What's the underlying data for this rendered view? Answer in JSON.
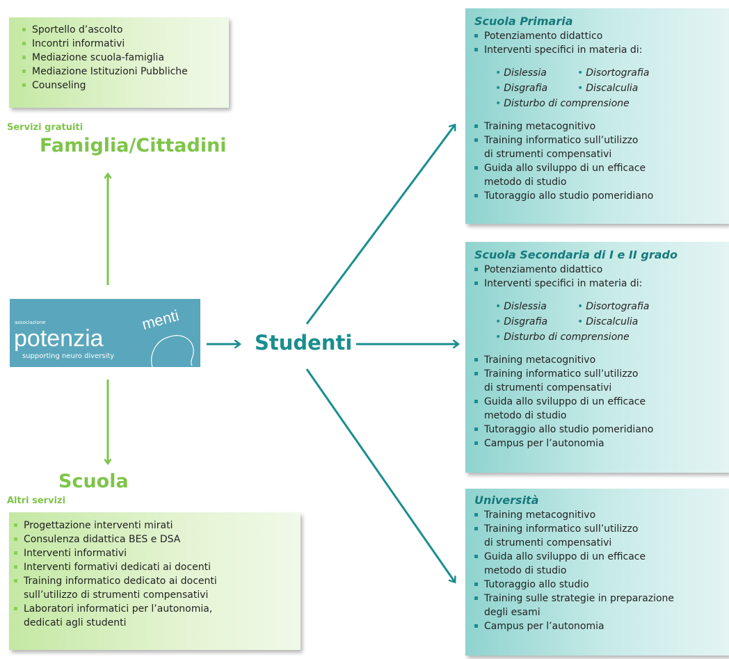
{
  "colors": {
    "green": "#7ec44a",
    "teal": "#1a8d8f",
    "logo_bg": "#5aa6bc"
  },
  "famiglia": {
    "items": [
      "Sportello d’ascolto",
      "Incontri informativi",
      "Mediazione scuola-famiglia",
      "Mediazione Istituzioni Pubbliche",
      "Counseling"
    ],
    "label": "Servizi gratuiti",
    "title": "Famiglia/Cittadini"
  },
  "logo": {
    "assoc": "associazione",
    "main": "potenzia",
    "menti": "menti",
    "tagline": "supporting neuro diversity"
  },
  "center": {
    "title": "Studenti"
  },
  "scuola": {
    "title": "Scuola",
    "label": "Altri servizi",
    "items": [
      [
        "Progettazione interventi mirati"
      ],
      [
        "Consulenza didattica BES e DSA"
      ],
      [
        "Interventi informativi"
      ],
      [
        "Interventi formativi dedicati ai docenti"
      ],
      [
        "Training informatico dedicato ai docenti",
        "sull’utilizzo di strumenti compensativi"
      ],
      [
        "Laboratori informatici per l’autonomia,",
        "dedicati agli studenti"
      ]
    ]
  },
  "primaria": {
    "title": "Scuola Primaria",
    "items_top": [
      "Potenziamento didattico",
      "Interventi specifici in materia di:"
    ],
    "sub": [
      "Dislessia",
      "Disortografia",
      "Disgrafia",
      "Discalculia",
      "Disturbo  di comprensione"
    ],
    "items_bottom": [
      [
        "Training metacognitivo"
      ],
      [
        "Training informatico sull’utilizzo",
        "di strumenti compensativi"
      ],
      [
        "Guida allo sviluppo di un efficace",
        "metodo di studio"
      ],
      [
        "Tutoraggio allo studio pomeridiano"
      ]
    ]
  },
  "secondaria": {
    "title": "Scuola Secondaria di I e II grado",
    "items_top": [
      "Potenziamento didattico",
      "Interventi specifici in materia di:"
    ],
    "sub": [
      "Dislessia",
      "Disortografia",
      "Disgrafia",
      "Discalculia",
      "Disturbo  di comprensione"
    ],
    "items_bottom": [
      [
        "Training metacognitivo"
      ],
      [
        "Training informatico sull’utilizzo",
        "di strumenti compensativi"
      ],
      [
        "Guida allo sviluppo di un efficace",
        "metodo di studio"
      ],
      [
        "Tutoraggio allo studio pomeridiano"
      ],
      [
        "Campus per l’autonomia"
      ]
    ]
  },
  "universita": {
    "title": "Università",
    "items": [
      [
        "Training metacognitivo"
      ],
      [
        "Training informatico sull’utilizzo",
        "di strumenti compensativi"
      ],
      [
        "Guida allo sviluppo di un efficace",
        "metodo di studio"
      ],
      [
        "Tutoraggio allo studio"
      ],
      [
        "Training sulle strategie in preparazione",
        "degli esami"
      ],
      [
        "Campus per l’autonomia"
      ]
    ]
  }
}
